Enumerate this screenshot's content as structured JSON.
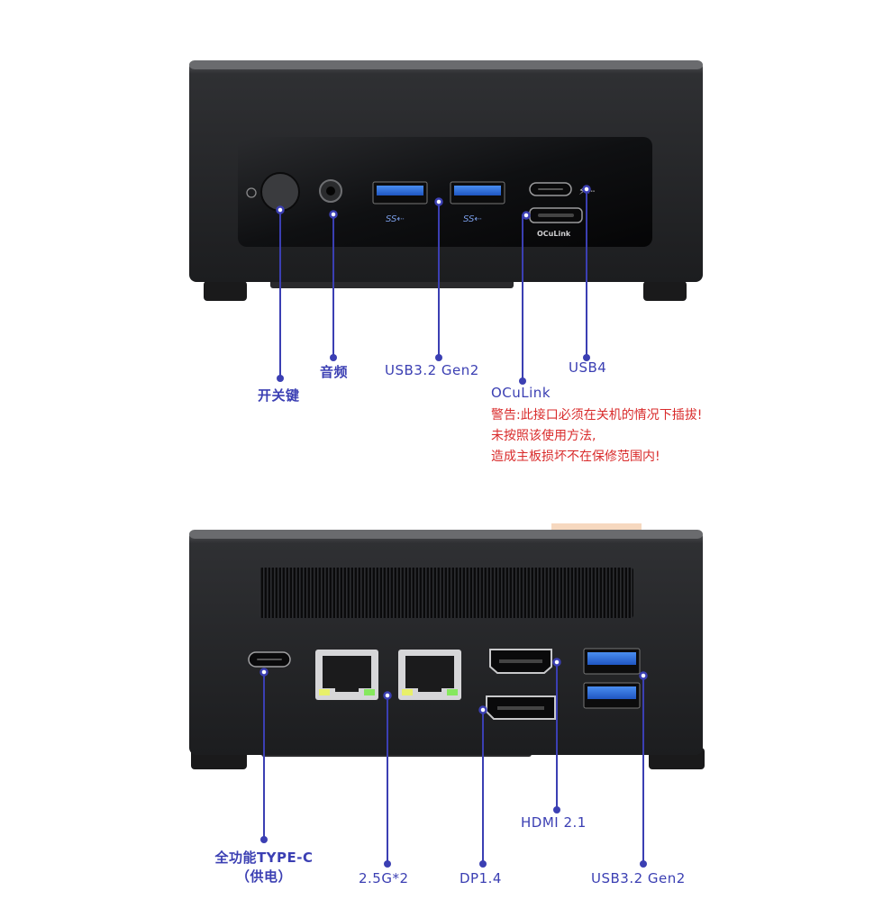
{
  "front": {
    "power_label": "开关键",
    "audio_label": "音频",
    "usb_label": "USB3.2 Gen2",
    "usb4_label": "USB4",
    "oculink_label": "OCuLink",
    "oculink_port_text": "OCuLink",
    "warning": [
      "警告:此接口必须在关机的情况下插拔!",
      "未按照该使用方法,",
      "造成主板损坏不在保修范围内!"
    ]
  },
  "back": {
    "typec_label_line1": "全功能TYPE-C",
    "typec_label_line2": "（供电）",
    "lan_label": "2.5G*2",
    "dp_label": "DP1.4",
    "hdmi_label": "HDMI 2.1",
    "usb_label": "USB3.2 Gen2"
  },
  "colors": {
    "label": "#3b3fb3",
    "warning": "#d92b2b",
    "body": "#2b2c2e",
    "port_blue": "#2f6fd6"
  }
}
